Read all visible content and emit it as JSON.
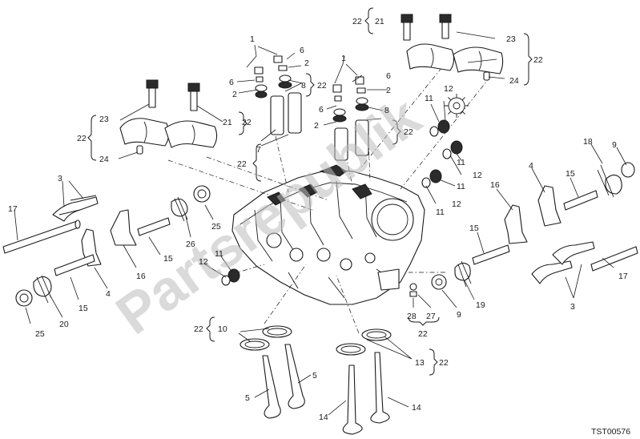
{
  "drawing_code": "TST00576",
  "watermark": "Partsrepublik",
  "callouts": [
    {
      "id": "c22a",
      "text": "22"
    },
    {
      "id": "c21a",
      "text": "21"
    },
    {
      "id": "c23a",
      "text": "23"
    },
    {
      "id": "c22b",
      "text": "22"
    },
    {
      "id": "c24a",
      "text": "24"
    },
    {
      "id": "c1a",
      "text": "1"
    },
    {
      "id": "c6a",
      "text": "6"
    },
    {
      "id": "c2a",
      "text": "2"
    },
    {
      "id": "c6b",
      "text": "6"
    },
    {
      "id": "c2b",
      "text": "2"
    },
    {
      "id": "c8a",
      "text": "8"
    },
    {
      "id": "c22c",
      "text": "22"
    },
    {
      "id": "c1b",
      "text": "1"
    },
    {
      "id": "c6c",
      "text": "6"
    },
    {
      "id": "c2c",
      "text": "2"
    },
    {
      "id": "c6d",
      "text": "6"
    },
    {
      "id": "c8b",
      "text": "8"
    },
    {
      "id": "c2d",
      "text": "2"
    },
    {
      "id": "c22d",
      "text": "22"
    },
    {
      "id": "c23b",
      "text": "23"
    },
    {
      "id": "c22e",
      "text": "22"
    },
    {
      "id": "c24b",
      "text": "24"
    },
    {
      "id": "c21b",
      "text": "21"
    },
    {
      "id": "c22f",
      "text": "22"
    },
    {
      "id": "c7",
      "text": "7"
    },
    {
      "id": "c22g",
      "text": "22"
    },
    {
      "id": "c11a",
      "text": "11"
    },
    {
      "id": "c12a",
      "text": "12"
    },
    {
      "id": "c11b",
      "text": "11"
    },
    {
      "id": "c12b",
      "text": "12"
    },
    {
      "id": "c11c",
      "text": "11"
    },
    {
      "id": "c12c",
      "text": "12"
    },
    {
      "id": "c11d",
      "text": "11"
    },
    {
      "id": "c3a",
      "text": "3"
    },
    {
      "id": "c17a",
      "text": "17"
    },
    {
      "id": "c26",
      "text": "26"
    },
    {
      "id": "c25a",
      "text": "25"
    },
    {
      "id": "c15a",
      "text": "15"
    },
    {
      "id": "c16a",
      "text": "16"
    },
    {
      "id": "c4a",
      "text": "4"
    },
    {
      "id": "c12d",
      "text": "12"
    },
    {
      "id": "c11e",
      "text": "11"
    },
    {
      "id": "c20",
      "text": "20"
    },
    {
      "id": "c15b",
      "text": "15"
    },
    {
      "id": "c25b",
      "text": "25"
    },
    {
      "id": "c18",
      "text": "18"
    },
    {
      "id": "c9a",
      "text": "9"
    },
    {
      "id": "c4b",
      "text": "4"
    },
    {
      "id": "c15c",
      "text": "15"
    },
    {
      "id": "c16b",
      "text": "16"
    },
    {
      "id": "c15d",
      "text": "15"
    },
    {
      "id": "c19",
      "text": "19"
    },
    {
      "id": "c9b",
      "text": "9"
    },
    {
      "id": "c17b",
      "text": "17"
    },
    {
      "id": "c3b",
      "text": "3"
    },
    {
      "id": "c28",
      "text": "28"
    },
    {
      "id": "c27",
      "text": "27"
    },
    {
      "id": "c22h",
      "text": "22"
    },
    {
      "id": "c22i",
      "text": "22"
    },
    {
      "id": "c10",
      "text": "10"
    },
    {
      "id": "c13",
      "text": "13"
    },
    {
      "id": "c22j",
      "text": "22"
    },
    {
      "id": "c5a",
      "text": "5"
    },
    {
      "id": "c5b",
      "text": "5"
    },
    {
      "id": "c14a",
      "text": "14"
    },
    {
      "id": "c14b",
      "text": "14"
    }
  ]
}
